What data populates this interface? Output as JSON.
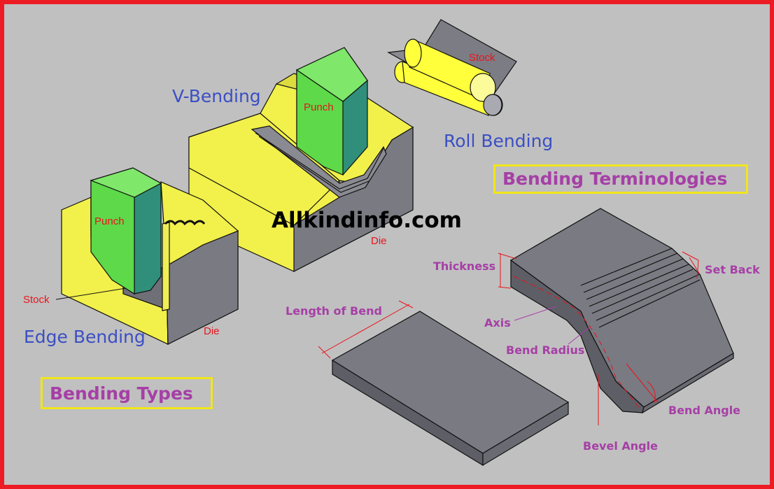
{
  "watermark": "Allkindinfo.com",
  "headings": {
    "bending_types": "Bending Types",
    "bending_terminologies": "Bending Terminologies"
  },
  "types": {
    "v_bending": "V-Bending",
    "roll_bending": "Roll Bending",
    "edge_bending": "Edge Bending"
  },
  "parts": {
    "punch_v": "Punch",
    "punch_edge": "Punch",
    "stock_roll": "Stock",
    "stock_edge": "Stock",
    "die_v": "Die",
    "die_edge": "Die"
  },
  "terms": {
    "thickness": "Thickness",
    "set_back": "Set Back",
    "length_of_bend": "Length of Bend",
    "axis": "Axis",
    "bend_radius": "Bend Radius",
    "bend_angle": "Bend Angle",
    "bevel_angle": "Bevel Angle"
  },
  "colors": {
    "frame": "#ed1c24",
    "background": "#c0c0c0",
    "die_yellow": "#f2f04a",
    "punch_green": "#5dd94a",
    "punch_teal": "#2f8f7a",
    "steel_gray": "#7a7a82",
    "roller_yellow": "#ffff3c",
    "heading_box": "#f0e61a",
    "label_blue": "#3b4fc4",
    "label_red": "#e8141c",
    "label_magenta": "#a63fa6"
  }
}
